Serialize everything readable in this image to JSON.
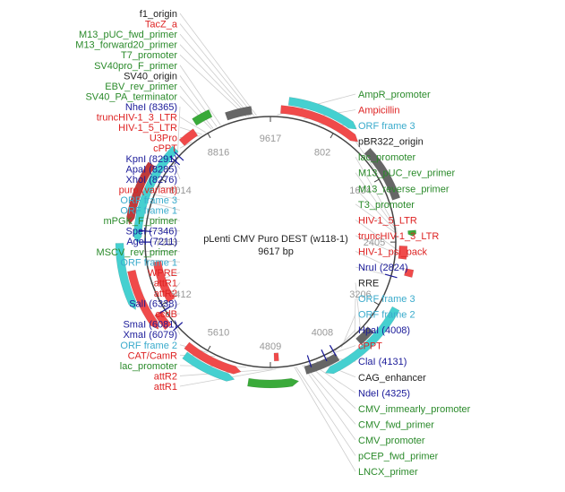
{
  "plasmid": {
    "name": "pLenti CMV Puro DEST (w118-1)",
    "size_label": "9617 bp",
    "length": 9617
  },
  "colors": {
    "feature_red": "#f04a4a",
    "feature_dark_red": "#c03a3a",
    "feature_cyan": "#45d0d0",
    "feature_gray": "#666666",
    "feature_green": "#3aaa3a",
    "label_promoter": "#2a8a2a",
    "label_gene": "#dd2222",
    "label_orf": "#3aabcc",
    "label_enzyme": "#1a1a99",
    "label_misc": "#222222",
    "backbone": "#444444",
    "leader": "#cccccc"
  },
  "ticks": [
    {
      "pos": 802,
      "label": "802"
    },
    {
      "pos": 1604,
      "label": "1604"
    },
    {
      "pos": 2405,
      "label": "2405"
    },
    {
      "pos": 3206,
      "label": "3206"
    },
    {
      "pos": 4008,
      "label": "4008"
    },
    {
      "pos": 4809,
      "label": "4809"
    },
    {
      "pos": 5610,
      "label": "5610"
    },
    {
      "pos": 6412,
      "label": "6412"
    },
    {
      "pos": 7213,
      "label": "7213"
    },
    {
      "pos": 8014,
      "label": "8014"
    },
    {
      "pos": 8816,
      "label": "8816"
    },
    {
      "pos": 9617,
      "label": "9617"
    }
  ],
  "features": [
    {
      "name": "AmpR",
      "start": 120,
      "end": 1100,
      "ring": 0,
      "color": "#f04a4a",
      "dir": 1
    },
    {
      "name": "ORF frame 3 a",
      "start": 200,
      "end": 1000,
      "ring": 1,
      "color": "#45d0d0",
      "dir": 1
    },
    {
      "name": "ori",
      "start": 1250,
      "end": 1900,
      "ring": 0,
      "color": "#666666",
      "dir": 0
    },
    {
      "name": "lac",
      "start": 2280,
      "end": 2340,
      "ring": 1,
      "color": "#3aaa3a",
      "dir": 1
    },
    {
      "name": "LTR 3prime",
      "start": 2450,
      "end": 2600,
      "ring": 0,
      "color": "#f04a4a",
      "dir": 0
    },
    {
      "name": "psi",
      "start": 2700,
      "end": 2780,
      "ring": 1,
      "color": "#f04a4a",
      "dir": 0
    },
    {
      "name": "ORF frame 3 b",
      "start": 3150,
      "end": 4200,
      "ring": 1,
      "color": "#45d0d0",
      "dir": 1
    },
    {
      "name": "RRE",
      "start": 3500,
      "end": 3700,
      "ring": 0,
      "color": "#666666",
      "dir": 0
    },
    {
      "name": "CMV",
      "start": 4000,
      "end": 4400,
      "ring": 0,
      "color": "#666666",
      "dir": 0
    },
    {
      "name": "CAG",
      "start": 4500,
      "end": 5050,
      "ring": 1,
      "color": "#3aaa3a",
      "dir": -1
    },
    {
      "name": "attR2 a",
      "start": 4700,
      "end": 4760,
      "ring": 2,
      "color": "#f04a4a",
      "dir": 0
    },
    {
      "name": "CAT",
      "start": 5150,
      "end": 5850,
      "ring": 0,
      "color": "#f04a4a",
      "dir": -1
    },
    {
      "name": "ORF frame 2",
      "start": 5200,
      "end": 5800,
      "ring": 1,
      "color": "#45d0d0",
      "dir": -1
    },
    {
      "name": "attR1 a",
      "start": 6150,
      "end": 6350,
      "ring": 0,
      "color": "#f04a4a",
      "dir": 0
    },
    {
      "name": "ccdB",
      "start": 6200,
      "end": 6900,
      "ring": 1,
      "color": "#f04a4a",
      "dir": -1
    },
    {
      "name": "WPRE",
      "start": 6400,
      "end": 6950,
      "ring": 2,
      "color": "#f04a4a",
      "dir": 0
    },
    {
      "name": "ORF frame 1 a",
      "start": 6500,
      "end": 7200,
      "ring": 3,
      "color": "#45d0d0",
      "dir": -1
    },
    {
      "name": "puro",
      "start": 7400,
      "end": 8100,
      "ring": 1,
      "color": "#c03a3a",
      "dir": -1
    },
    {
      "name": "ORF frame 1 b",
      "start": 7200,
      "end": 8400,
      "ring": 0,
      "color": "#45d0d0",
      "dir": -1
    },
    {
      "name": "mPGK",
      "start": 8500,
      "end": 8700,
      "ring": 0,
      "color": "#f04a4a",
      "dir": 0
    },
    {
      "name": "SV40",
      "start": 8750,
      "end": 8950,
      "ring": 1,
      "color": "#3aaa3a",
      "dir": 0
    },
    {
      "name": "f1",
      "start": 9100,
      "end": 9400,
      "ring": 0,
      "color": "#666666",
      "dir": 0
    }
  ],
  "labels_left": [
    {
      "text": "f1_origin",
      "color": "#222222",
      "pos": 9450
    },
    {
      "text": "TacZ_a",
      "color": "#dd2222",
      "pos": 9420
    },
    {
      "text": "M13_pUC_fwd_primer",
      "color": "#2a8a2a",
      "pos": 9380
    },
    {
      "text": "M13_forward20_primer",
      "color": "#2a8a2a",
      "pos": 9360
    },
    {
      "text": "T7_promoter",
      "color": "#2a8a2a",
      "pos": 9330
    },
    {
      "text": "SV40pro_F_primer",
      "color": "#2a8a2a",
      "pos": 9000
    },
    {
      "text": "SV40_origin",
      "color": "#222222",
      "pos": 8950
    },
    {
      "text": "EBV_rev_primer",
      "color": "#2a8a2a",
      "pos": 8900
    },
    {
      "text": "SV40_PA_terminator",
      "color": "#2a8a2a",
      "pos": 8880
    },
    {
      "text": "NheI (8365)",
      "color": "#1a1a99",
      "pos": 8365
    },
    {
      "text": "truncHIV-1_3_LTR",
      "color": "#dd2222",
      "pos": 8800
    },
    {
      "text": "HIV-1_5_LTR",
      "color": "#dd2222",
      "pos": 8750
    },
    {
      "text": "U3Pro",
      "color": "#dd2222",
      "pos": 8720
    },
    {
      "text": "cPPT",
      "color": "#dd2222",
      "pos": 8600
    },
    {
      "text": "KpnI (8291)",
      "color": "#1a1a99",
      "pos": 8291
    },
    {
      "text": "ApaI (8285)",
      "color": "#1a1a99",
      "pos": 8285
    },
    {
      "text": "XhoI (8276)",
      "color": "#1a1a99",
      "pos": 8276
    },
    {
      "text": "puro (variant)",
      "color": "#dd2222",
      "pos": 7900
    },
    {
      "text": "ORF frame 3",
      "color": "#3aabcc",
      "pos": 7800
    },
    {
      "text": "ORF frame 1",
      "color": "#3aabcc",
      "pos": 7700
    },
    {
      "text": "mPGK_F_primer",
      "color": "#2a8a2a",
      "pos": 7500
    },
    {
      "text": "SpeI (7346)",
      "color": "#1a1a99",
      "pos": 7346
    },
    {
      "text": "AgeI (7211)",
      "color": "#1a1a99",
      "pos": 7211
    },
    {
      "text": "MSCV_rev_primer",
      "color": "#2a8a2a",
      "pos": 7100
    },
    {
      "text": "ORF frame 1",
      "color": "#3aabcc",
      "pos": 7000
    },
    {
      "text": "WPRE",
      "color": "#dd2222",
      "pos": 6700
    },
    {
      "text": "attR1",
      "color": "#dd2222",
      "pos": 6400
    },
    {
      "text": "attR2",
      "color": "#dd2222",
      "pos": 6380
    },
    {
      "text": "SalI (6338)",
      "color": "#1a1a99",
      "pos": 6338
    },
    {
      "text": "ccdB",
      "color": "#dd2222",
      "pos": 6300
    },
    {
      "text": "SmaI (6081)",
      "color": "#1a1a99",
      "pos": 6081
    },
    {
      "text": "XmaI (6079)",
      "color": "#1a1a99",
      "pos": 6079
    },
    {
      "text": "ORF frame 2",
      "color": "#3aabcc",
      "pos": 5600
    },
    {
      "text": "CAT/CamR",
      "color": "#dd2222",
      "pos": 5500
    },
    {
      "text": "lac_promoter",
      "color": "#2a8a2a",
      "pos": 5100
    },
    {
      "text": "attR2",
      "color": "#dd2222",
      "pos": 4780
    },
    {
      "text": "attR1",
      "color": "#dd2222",
      "pos": 4740
    }
  ],
  "labels_right": [
    {
      "text": "AmpR_promoter",
      "color": "#2a8a2a",
      "pos": 80
    },
    {
      "text": "Ampicillin",
      "color": "#dd2222",
      "pos": 400
    },
    {
      "text": "ORF frame 3",
      "color": "#3aabcc",
      "pos": 600
    },
    {
      "text": "pBR322_origin",
      "color": "#222222",
      "pos": 1550
    },
    {
      "text": "lac_promoter",
      "color": "#2a8a2a",
      "pos": 2250
    },
    {
      "text": "M13_pUC_rev_primer",
      "color": "#2a8a2a",
      "pos": 2270
    },
    {
      "text": "M13_reverse_primer",
      "color": "#2a8a2a",
      "pos": 2290
    },
    {
      "text": "T3_promoter",
      "color": "#2a8a2a",
      "pos": 2310
    },
    {
      "text": "HIV-1_5_LTR",
      "color": "#dd2222",
      "pos": 2500
    },
    {
      "text": "truncHIV-1_3_LTR",
      "color": "#dd2222",
      "pos": 2550
    },
    {
      "text": "HIV-1_psi_pack",
      "color": "#dd2222",
      "pos": 2740
    },
    {
      "text": "NruI (2824)",
      "color": "#1a1a99",
      "pos": 2824
    },
    {
      "text": "RRE",
      "color": "#222222",
      "pos": 3600
    },
    {
      "text": "ORF frame 3",
      "color": "#3aabcc",
      "pos": 3700
    },
    {
      "text": "ORF frame 2",
      "color": "#3aabcc",
      "pos": 3900
    },
    {
      "text": "HpaI (4008)",
      "color": "#1a1a99",
      "pos": 4008
    },
    {
      "text": "cPPT",
      "color": "#dd2222",
      "pos": 4050
    },
    {
      "text": "ClaI (4131)",
      "color": "#1a1a99",
      "pos": 4131
    },
    {
      "text": "CAG_enhancer",
      "color": "#222222",
      "pos": 4250
    },
    {
      "text": "NdeI (4325)",
      "color": "#1a1a99",
      "pos": 4325
    },
    {
      "text": "CMV_immearly_promoter",
      "color": "#2a8a2a",
      "pos": 4350
    },
    {
      "text": "CMV_fwd_primer",
      "color": "#2a8a2a",
      "pos": 4400
    },
    {
      "text": "CMV_promoter",
      "color": "#2a8a2a",
      "pos": 4420
    },
    {
      "text": "pCEP_fwd_primer",
      "color": "#2a8a2a",
      "pos": 4500
    },
    {
      "text": "LNCX_primer",
      "color": "#2a8a2a",
      "pos": 4520
    }
  ],
  "sites": [
    8365,
    8291,
    7346,
    7211,
    6338,
    6081,
    4131,
    4008,
    4325,
    2824
  ]
}
